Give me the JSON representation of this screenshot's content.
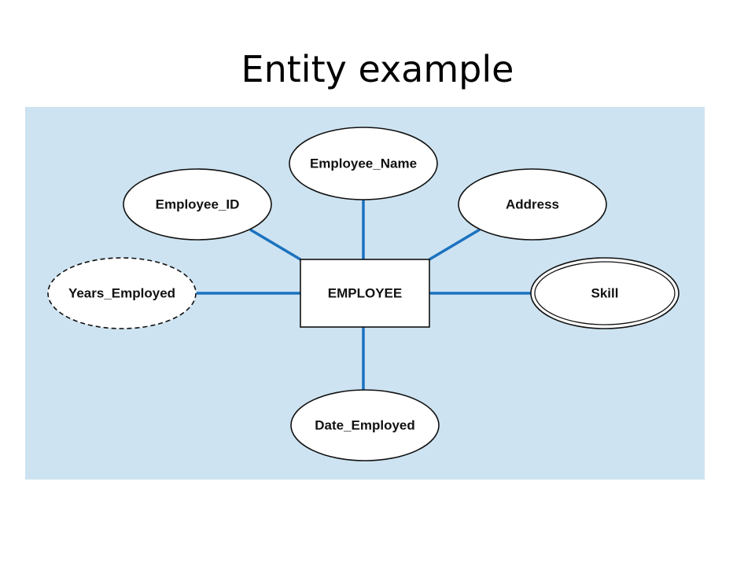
{
  "slide": {
    "title": "Entity example"
  },
  "diagram": {
    "background_color": "#cde3f1",
    "connector_color": "#1b72bf",
    "entity": {
      "label": "EMPLOYEE"
    },
    "attributes": {
      "employee_name": {
        "label": "Employee_Name",
        "kind": "simple"
      },
      "employee_id": {
        "label": "Employee_ID",
        "kind": "simple"
      },
      "address": {
        "label": "Address",
        "kind": "simple"
      },
      "years_employed": {
        "label": "Years_Employed",
        "kind": "derived"
      },
      "skill": {
        "label": "Skill",
        "kind": "multivalued"
      },
      "date_employed": {
        "label": "Date_Employed",
        "kind": "simple"
      }
    }
  }
}
